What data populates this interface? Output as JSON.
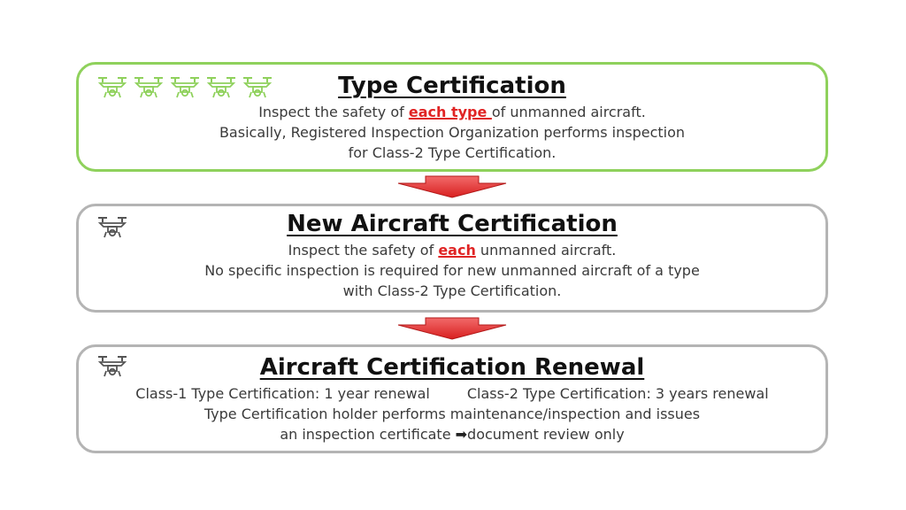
{
  "colors": {
    "green_border": "#8fd15c",
    "gray_border": "#b4b4b4",
    "highlight": "#e02424",
    "arrow": "#ea3a3a"
  },
  "icons": {
    "type_cert": "drone-icon",
    "new_aircraft": "drone-icon",
    "renewal": "drone-icon"
  },
  "type_certification": {
    "title": "Type Certification",
    "line1_pre": "Inspect the safety of ",
    "line1_highlight": "each type ",
    "line1_post": "of unmanned aircraft.",
    "line2": "Basically, Registered Inspection Organization performs inspection",
    "line3": "for Class-2 Type Certification."
  },
  "new_aircraft_certification": {
    "title": "New Aircraft Certification",
    "line1_pre": "Inspect the safety of ",
    "line1_highlight": "each",
    "line1_post": " unmanned aircraft.",
    "line2": "No specific inspection is required for new unmanned aircraft of a type",
    "line3": "with Class-2 Type Certification."
  },
  "aircraft_certification_renewal": {
    "title": "Aircraft Certification Renewal",
    "class1": "Class-1 Type Certification: 1 year renewal",
    "class2": "Class-2 Type Certification: 3 years renewal",
    "line2": "Type Certification holder performs maintenance/inspection and issues",
    "line3_pre": "an inspection certificate ",
    "line3_arrow": "➡",
    "line3_post": "document review only"
  }
}
